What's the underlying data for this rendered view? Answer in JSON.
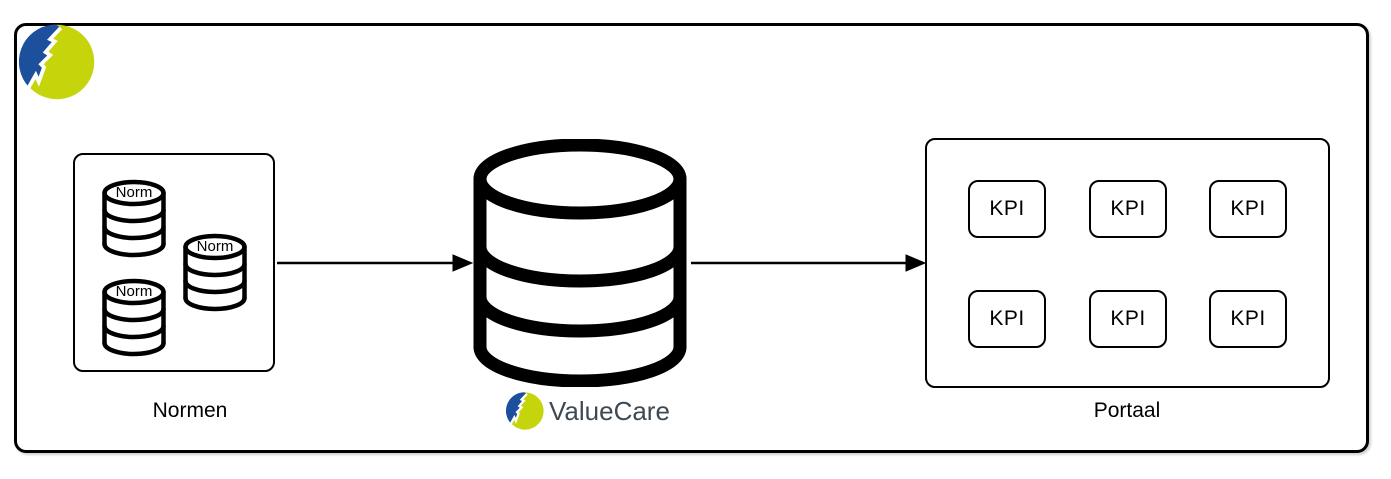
{
  "diagram": {
    "source_group": {
      "label": "Normen",
      "cylinders": [
        {
          "label": "Norm"
        },
        {
          "label": "Norm"
        },
        {
          "label": "Norm"
        }
      ]
    },
    "processing": {
      "brand": "ValueCare",
      "icon": "database-cylinder-icon"
    },
    "target_group": {
      "label": "Portaal",
      "kpis": [
        "KPI",
        "KPI",
        "KPI",
        "KPI",
        "KPI",
        "KPI"
      ]
    },
    "icons": {
      "corner_logo": "valuecare-logo-icon",
      "small_cylinders": "database-cylinder-icon",
      "arrows": "arrow-right-icon"
    },
    "colors": {
      "stroke": "#000000",
      "logo_blue": "#1c4f9c",
      "logo_yellow": "#c5d40b",
      "brand_text": "#3e4953",
      "background": "#ffffff"
    }
  }
}
